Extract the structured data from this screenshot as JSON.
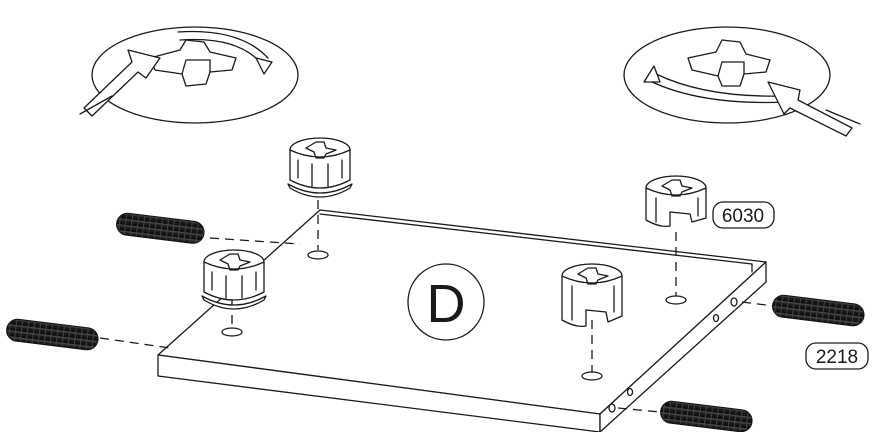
{
  "panel_letter": "D",
  "part_numbers": {
    "cam_lock": "6030",
    "dowel": "2218"
  }
}
